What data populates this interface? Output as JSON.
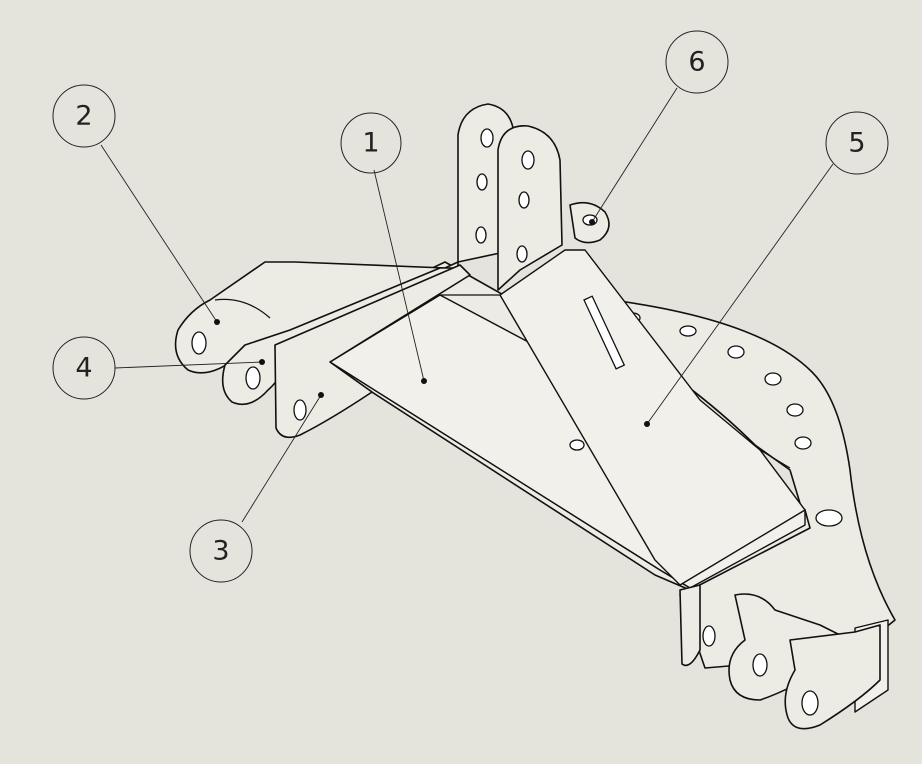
{
  "drawing": {
    "balloons": [
      {
        "id": "balloon-1",
        "label": "1"
      },
      {
        "id": "balloon-2",
        "label": "2"
      },
      {
        "id": "balloon-3",
        "label": "3"
      },
      {
        "id": "balloon-4",
        "label": "4"
      },
      {
        "id": "balloon-5",
        "label": "5"
      },
      {
        "id": "balloon-6",
        "label": "6"
      }
    ],
    "colors": {
      "background": "#e5e4dc",
      "line": "#111111"
    }
  }
}
